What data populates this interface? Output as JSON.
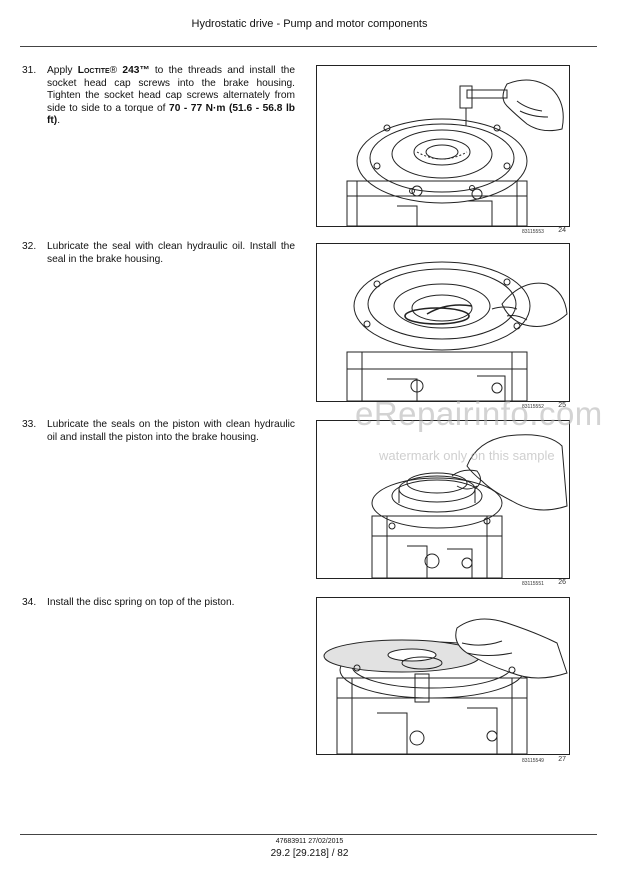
{
  "header": {
    "title": "Hydrostatic drive - Pump and motor components"
  },
  "steps": [
    {
      "number": "31.",
      "text_a": "Apply ",
      "brand": "Loctite",
      "brand_mark": "® ",
      "product": "243™",
      "text_b": " to the threads and install the socket head cap screws into the brake housing. Tighten the socket head cap screws alternately from side to side to a torque of ",
      "torque": "70 - 77 N·m (51.6 - 56.8 lb ft)",
      "text_c": "."
    },
    {
      "number": "32.",
      "text": "Lubricate the seal with clean hydraulic oil. Install the seal in the brake housing."
    },
    {
      "number": "33.",
      "text": "Lubricate the seals on the piston with clean hydraulic oil and install the piston into the brake housing."
    },
    {
      "number": "34.",
      "text": "Install the disc spring on top of the piston."
    }
  ],
  "figures": [
    {
      "ref": "83115553",
      "number": "24"
    },
    {
      "ref": "83115552",
      "number": "25"
    },
    {
      "ref": "83115551",
      "number": "26"
    },
    {
      "ref": "83115549",
      "number": "27"
    }
  ],
  "watermark": {
    "site": "eRepairinfo.com",
    "note": "watermark only on this sample"
  },
  "footer": {
    "doc": "47683911 27/02/2015",
    "page": "29.2 [29.218] / 82"
  }
}
